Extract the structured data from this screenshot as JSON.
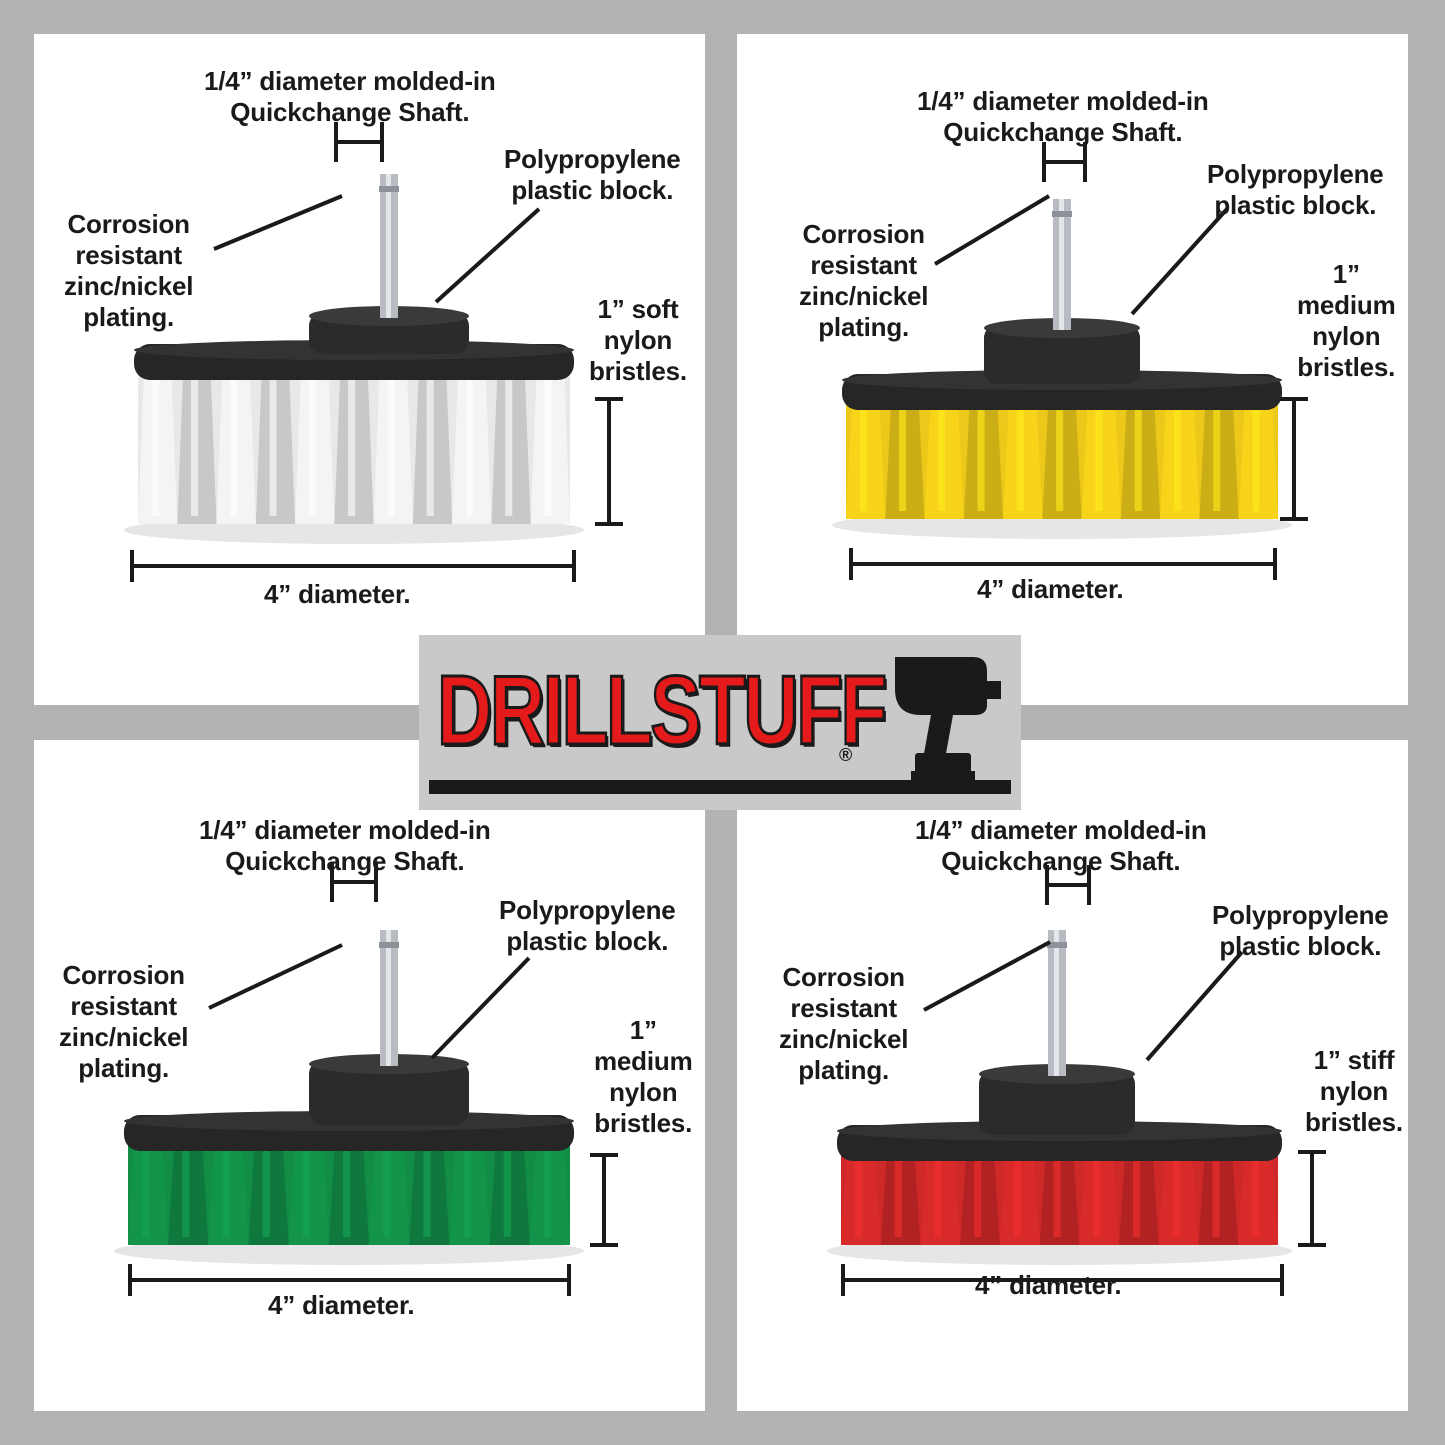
{
  "brand": {
    "name": "DRILLSTUFF",
    "registered": "®"
  },
  "colors": {
    "background": "#b3b3b3",
    "panel": "#ffffff",
    "brand_red": "#e51a1a",
    "ink": "#1a1a1a"
  },
  "panels": [
    {
      "bristle_color": "#f4f4f4",
      "shaft": [
        "1/4” diameter molded-in",
        "Quickchange Shaft."
      ],
      "block": [
        "Polypropylene",
        "plastic block."
      ],
      "plating": [
        "Corrosion",
        "resistant",
        "zinc/nickel",
        "plating."
      ],
      "bristles": [
        "1” soft",
        "nylon",
        "bristles."
      ],
      "diameter": "4” diameter."
    },
    {
      "bristle_color": "#f7d31a",
      "shaft": [
        "1/4” diameter molded-in",
        "Quickchange Shaft."
      ],
      "block": [
        "Polypropylene",
        "plastic block."
      ],
      "plating": [
        "Corrosion",
        "resistant",
        "zinc/nickel",
        "plating."
      ],
      "bristles": [
        "1”",
        "medium",
        "nylon",
        "bristles."
      ],
      "diameter": "4” diameter."
    },
    {
      "bristle_color": "#12944a",
      "shaft": [
        "1/4” diameter molded-in",
        "Quickchange Shaft."
      ],
      "block": [
        "Polypropylene",
        "plastic block."
      ],
      "plating": [
        "Corrosion",
        "resistant",
        "zinc/nickel",
        "plating."
      ],
      "bristles": [
        "1”",
        "medium",
        "nylon",
        "bristles."
      ],
      "diameter": "4” diameter."
    },
    {
      "bristle_color": "#d92a2a",
      "shaft": [
        "1/4” diameter molded-in",
        "Quickchange Shaft."
      ],
      "block": [
        "Polypropylene",
        "plastic block."
      ],
      "plating": [
        "Corrosion",
        "resistant",
        "zinc/nickel",
        "plating."
      ],
      "bristles": [
        "1” stiff",
        "nylon",
        "bristles."
      ],
      "diameter": "4” diameter."
    }
  ]
}
